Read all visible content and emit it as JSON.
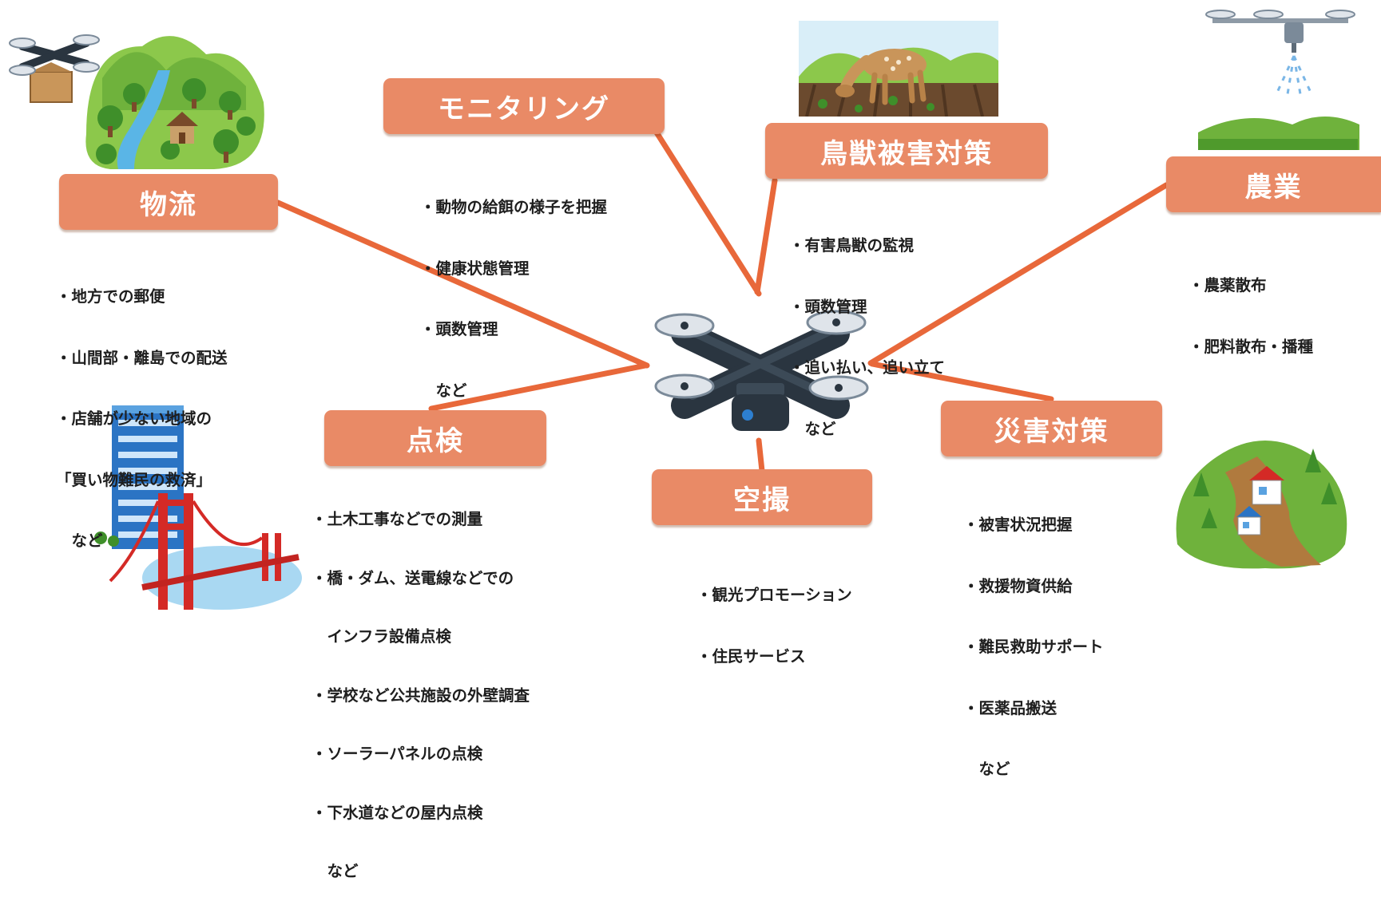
{
  "center": {
    "icon": "drone-icon"
  },
  "categories": {
    "logistics": {
      "label": "物流",
      "items": [
        "・地方での郵便",
        "・山間部・離島での配送",
        "・店舗が少ない地域の",
        "「買い物難民の救済」",
        "　など"
      ]
    },
    "monitoring": {
      "label": "モニタリング",
      "items": [
        "・動物の給餌の様子を把握",
        "・健康状態管理",
        "・頭数管理",
        "　など"
      ]
    },
    "wildlife": {
      "label": "鳥獣被害対策",
      "items": [
        "・有害鳥獣の監視",
        "・頭数管理",
        "・追い払い、追い立て",
        "　など"
      ]
    },
    "agriculture": {
      "label": "農業",
      "items": [
        "・農薬散布",
        "・肥料散布・播種"
      ]
    },
    "inspection": {
      "label": "点検",
      "items": [
        "・土木工事などでの測量",
        "・橋・ダム、送電線などでの",
        "　インフラ設備点検",
        "・学校など公共施設の外壁調査",
        "・ソーラーパネルの点検",
        "・下水道などの屋内点検",
        "　など"
      ]
    },
    "aerial": {
      "label": "空撮",
      "items": [
        "・観光プロモーション",
        "・住民サービス"
      ]
    },
    "disaster": {
      "label": "災害対策",
      "items": [
        "・被害状況把握",
        "・救援物資供給",
        "・難民救助サポート",
        "・医薬品搬送",
        "　など"
      ]
    }
  },
  "illustrations": {
    "logistics": "delivery-drone-forest-village-illustration",
    "wildlife": "deer-grazing-field-illustration",
    "agriculture": "spraying-drone-field-illustration",
    "inspection": "building-and-bridge-illustration",
    "disaster": "landslide-houses-illustration"
  },
  "colors": {
    "box": "#e98a66",
    "line": "#e8683a",
    "text": "#1e1e1e"
  }
}
